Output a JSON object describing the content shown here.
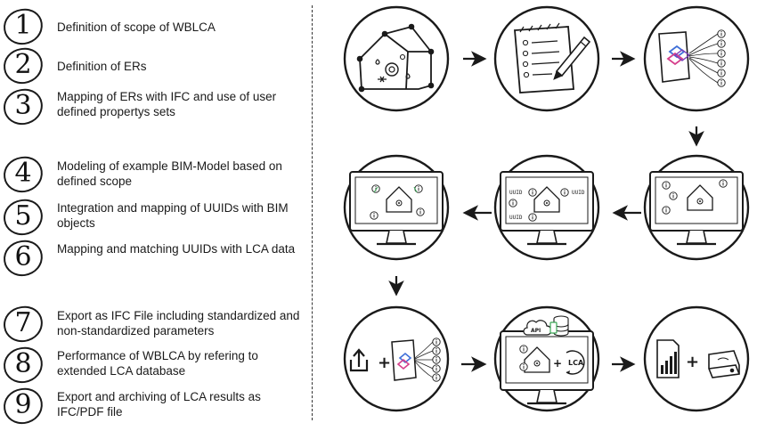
{
  "steps": [
    {
      "number": "1",
      "label": "Definition of scope of WBLCA"
    },
    {
      "number": "2",
      "label": "Definition of ERs"
    },
    {
      "number": "3",
      "label": "Mapping of ERs with IFC and use of user defined propertys sets"
    },
    {
      "number": "4",
      "label": "Modeling of example BIM-Model based on defined scope"
    },
    {
      "number": "5",
      "label": "Integration and mapping of UUIDs with BIM objects"
    },
    {
      "number": "6",
      "label": "Mapping and matching UUIDs with LCA data"
    },
    {
      "number": "7",
      "label": "Export as IFC File including standardized and non-standardized parameters"
    },
    {
      "number": "8",
      "label": "Performance of WBLCA by refering to extended LCA database"
    },
    {
      "number": "9",
      "label": "Export and archiving of LCA results as IFC/PDF file"
    }
  ],
  "icons": {
    "uuid": "UUID",
    "api": "API",
    "lca": "LCA",
    "info": "i"
  },
  "colors": {
    "ink": "#1a1a1a",
    "ifc_blue": "#3f6fd8",
    "ifc_magenta": "#d63f8c",
    "battery_green": "#3aa655"
  }
}
